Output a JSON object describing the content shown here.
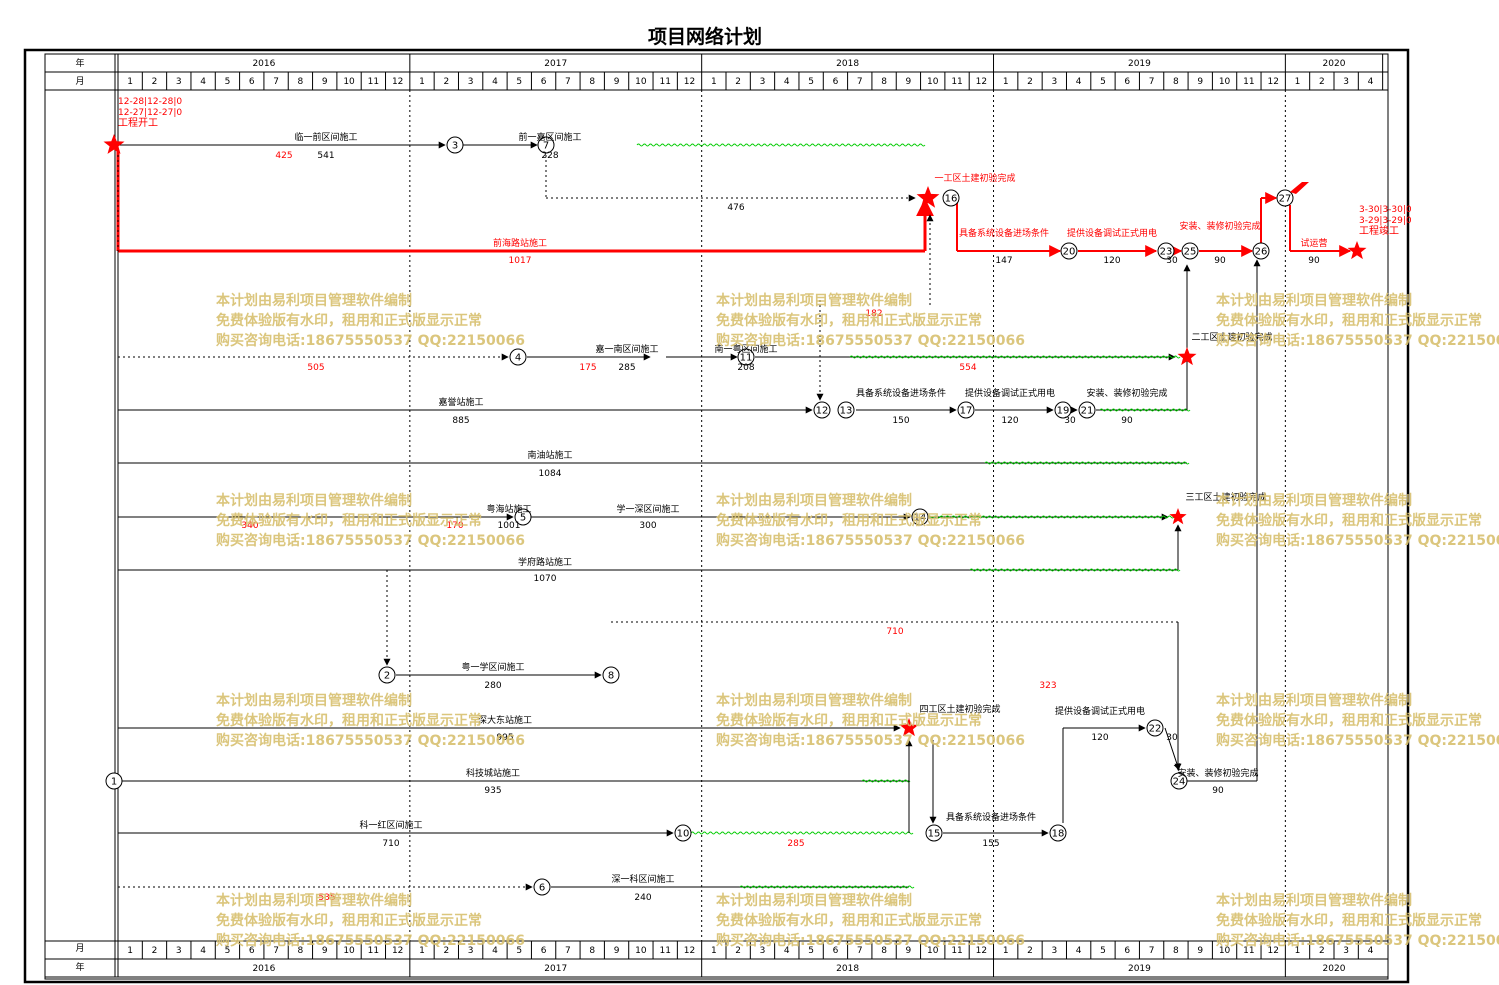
{
  "title": "项目网络计划",
  "header": {
    "year_label": "年",
    "month_label": "月"
  },
  "years": [
    "2016",
    "2017",
    "2018",
    "2019",
    "2020"
  ],
  "year_month_counts": [
    12,
    12,
    12,
    12,
    4
  ],
  "months": [
    "1",
    "2",
    "3",
    "4",
    "5",
    "6",
    "7",
    "8",
    "9",
    "10",
    "11",
    "12",
    "1",
    "2",
    "3",
    "4",
    "5",
    "6",
    "7",
    "8",
    "9",
    "10",
    "11",
    "12",
    "1",
    "2",
    "3",
    "4",
    "5",
    "6",
    "7",
    "8",
    "9",
    "10",
    "11",
    "12",
    "1",
    "2",
    "3",
    "4",
    "5",
    "6",
    "7",
    "8",
    "9",
    "10",
    "11",
    "12",
    "1",
    "2",
    "3",
    "4"
  ],
  "watermark": {
    "line1": "本计划由易利项目管理软件编制",
    "line2": "免费体验版有水印，租用和正式版显示正常",
    "line3": "购买咨询电话:18675550537 QQ:22150066"
  },
  "colors": {
    "critical": "#ff0000",
    "normal": "#000000",
    "float": "#00cc00",
    "watermark": "#d8c070"
  },
  "nodes": [
    "1",
    "2",
    "3",
    "4",
    "5",
    "6",
    "7",
    "8",
    "10",
    "11",
    "12",
    "13",
    "14",
    "15",
    "16",
    "17",
    "18",
    "19",
    "20",
    "21",
    "22",
    "23",
    "24",
    "25",
    "26",
    "27"
  ],
  "milestones": [
    {
      "name": "工程开工",
      "dates": [
        "12-28",
        "12-28",
        "0",
        "12-27",
        "12-27",
        "0"
      ]
    },
    {
      "name": "工程竣工",
      "dates": [
        "3-30",
        "3-30",
        "0",
        "3-29",
        "3-29",
        "0"
      ]
    }
  ],
  "labels": [
    {
      "text": "临一前区间施工",
      "color": "normal"
    },
    {
      "text": "前一嘉区间施工",
      "color": "normal"
    },
    {
      "text": "前海路站施工",
      "color": "critical"
    },
    {
      "text": "嘉一南区间施工",
      "color": "normal"
    },
    {
      "text": "南一粤区间施工",
      "color": "normal"
    },
    {
      "text": "嘉誉站施工",
      "color": "normal"
    },
    {
      "text": "南油站施工",
      "color": "normal"
    },
    {
      "text": "粤海站施工",
      "color": "normal"
    },
    {
      "text": "学一深区间施工",
      "color": "normal"
    },
    {
      "text": "学府路站施工",
      "color": "normal"
    },
    {
      "text": "粤一学区间施工",
      "color": "normal"
    },
    {
      "text": "深大东站施工",
      "color": "normal"
    },
    {
      "text": "科技城站施工",
      "color": "normal"
    },
    {
      "text": "科一红区间施工",
      "color": "normal"
    },
    {
      "text": "深一科区间施工",
      "color": "normal"
    },
    {
      "text": "具备系统设备进场条件",
      "color": "critical"
    },
    {
      "text": "提供设备调试正式用电",
      "color": "critical"
    },
    {
      "text": "安装、装修初验完成",
      "color": "critical"
    },
    {
      "text": "试运营",
      "color": "critical"
    },
    {
      "text": "二工区土建初验完成",
      "color": "normal"
    },
    {
      "text": "三工区土建初验完成",
      "color": "normal"
    },
    {
      "text": "四工区土建初验完成",
      "color": "normal"
    },
    {
      "text": "一工区土建初验完成",
      "color": "critical"
    },
    {
      "text": "具备系统设备进场条件",
      "color": "normal"
    },
    {
      "text": "提供设备调试正式用电",
      "color": "normal"
    },
    {
      "text": "安装、装修初验完成",
      "color": "normal"
    },
    {
      "text": "具备系统设备进场条件",
      "color": "normal"
    },
    {
      "text": "提供设备调试正式用电",
      "color": "normal"
    },
    {
      "text": "安装、装修初验完成",
      "color": "normal"
    }
  ],
  "durations": [
    "425",
    "541",
    "228",
    "476",
    "1017",
    "182",
    "505",
    "175",
    "285",
    "208",
    "554",
    "885",
    "1084",
    "340",
    "170",
    "1001",
    "300",
    "1070",
    "710",
    "280",
    "323",
    "995",
    "935",
    "710",
    "285",
    "240",
    "535",
    "147",
    "120",
    "30",
    "90",
    "90",
    "150",
    "120",
    "30",
    "90",
    "155",
    "120",
    "30",
    "90"
  ]
}
